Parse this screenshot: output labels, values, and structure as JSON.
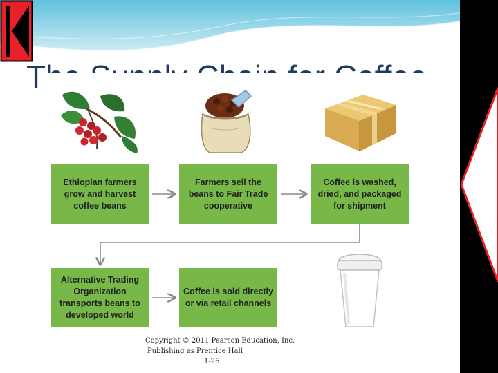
{
  "slide": {
    "title": "The Supply Chain for Coffee",
    "copyright": {
      "line1": "Copyright © 2011 Pearson Education, Inc.",
      "line2": "Publishing as Prentice Hall",
      "line3": "1-26"
    }
  },
  "diagram": {
    "steps": [
      {
        "label": "Ethiopian farmers grow and harvest coffee beans"
      },
      {
        "label": "Farmers sell the beans to Fair Trade cooperative"
      },
      {
        "label": "Coffee is washed, dried, and packaged for shipment"
      },
      {
        "label": "Alternative Trading Organization transports beans to developed world"
      },
      {
        "label": "Coffee is sold directly or via retail channels"
      }
    ],
    "images": [
      "coffee-plant-icon",
      "coffee-bean-sack-icon",
      "shipping-box-icon",
      "coffee-cup-icon"
    ]
  },
  "nav": {
    "first": "first-slide-icon",
    "next": "next-slide-icon"
  },
  "colors": {
    "step_box": "#78b848",
    "title": "#1f3c5f",
    "nav_red": "#e8202a"
  }
}
